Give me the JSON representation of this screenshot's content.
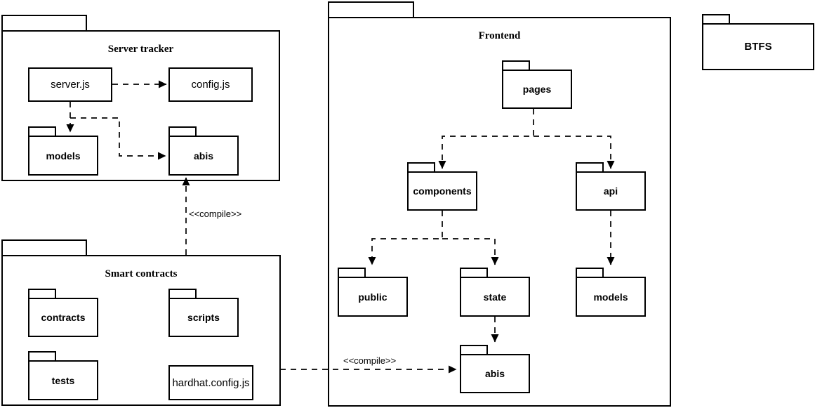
{
  "diagram": {
    "kind": "uml-package-diagram",
    "colors": {
      "stroke": "#000000",
      "background": "#ffffff"
    },
    "packages": {
      "server_tracker": {
        "title": "Server tracker",
        "nodes": {
          "server_js": {
            "label": "server.js",
            "type": "file"
          },
          "config_js": {
            "label": "config.js",
            "type": "file"
          },
          "models": {
            "label": "models",
            "type": "folder"
          },
          "abis": {
            "label": "abis",
            "type": "folder"
          }
        }
      },
      "smart_contracts": {
        "title": "Smart contracts",
        "nodes": {
          "contracts": {
            "label": "contracts",
            "type": "folder"
          },
          "scripts": {
            "label": "scripts",
            "type": "folder"
          },
          "tests": {
            "label": "tests",
            "type": "folder"
          },
          "hardhat_config": {
            "label": "hardhat.config.js",
            "type": "file"
          }
        }
      },
      "frontend": {
        "title": "Frontend",
        "nodes": {
          "pages": {
            "label": "pages",
            "type": "folder"
          },
          "components": {
            "label": "components",
            "type": "folder"
          },
          "api": {
            "label": "api",
            "type": "folder"
          },
          "public": {
            "label": "public",
            "type": "folder"
          },
          "state": {
            "label": "state",
            "type": "folder"
          },
          "models": {
            "label": "models",
            "type": "folder"
          },
          "abis": {
            "label": "abis",
            "type": "folder"
          }
        }
      },
      "btfs": {
        "title": "BTFS"
      }
    },
    "edges": [
      {
        "from": "server_tracker.server_js",
        "to": "server_tracker.config_js",
        "style": "dashed-arrow",
        "label": ""
      },
      {
        "from": "server_tracker.server_js",
        "to": "server_tracker.models",
        "style": "dashed-arrow",
        "label": ""
      },
      {
        "from": "server_tracker.server_js",
        "to": "server_tracker.abis",
        "style": "dashed-arrow",
        "label": ""
      },
      {
        "from": "smart_contracts",
        "to": "server_tracker.abis",
        "style": "dashed-arrow",
        "label": "<<compile>>"
      },
      {
        "from": "frontend.pages",
        "to": "frontend.components",
        "style": "dashed-arrow",
        "label": ""
      },
      {
        "from": "frontend.pages",
        "to": "frontend.api",
        "style": "dashed-arrow",
        "label": ""
      },
      {
        "from": "frontend.components",
        "to": "frontend.public",
        "style": "dashed-arrow",
        "label": ""
      },
      {
        "from": "frontend.components",
        "to": "frontend.state",
        "style": "dashed-arrow",
        "label": ""
      },
      {
        "from": "frontend.api",
        "to": "frontend.models",
        "style": "dashed-arrow",
        "label": ""
      },
      {
        "from": "frontend.state",
        "to": "frontend.abis",
        "style": "dashed-arrow",
        "label": ""
      },
      {
        "from": "smart_contracts",
        "to": "frontend.abis",
        "style": "dashed-arrow",
        "label": "<<compile>>"
      }
    ]
  }
}
